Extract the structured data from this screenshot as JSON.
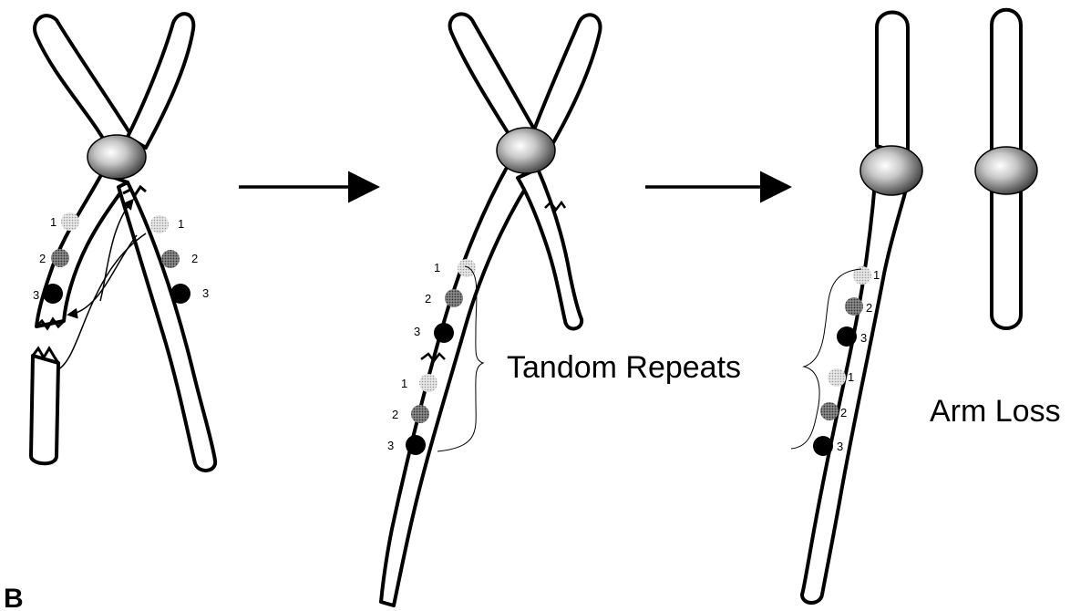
{
  "panel_label": "B",
  "labels": {
    "tandem_repeats": "Tandom Repeats",
    "arm_loss": "Arm Loss"
  },
  "markers": {
    "one": "1",
    "two": "2",
    "three": "3"
  },
  "colors": {
    "marker_1": "#d4d4d4",
    "marker_2": "#7a7a7a",
    "marker_3": "#000000",
    "outline": "#000000"
  }
}
